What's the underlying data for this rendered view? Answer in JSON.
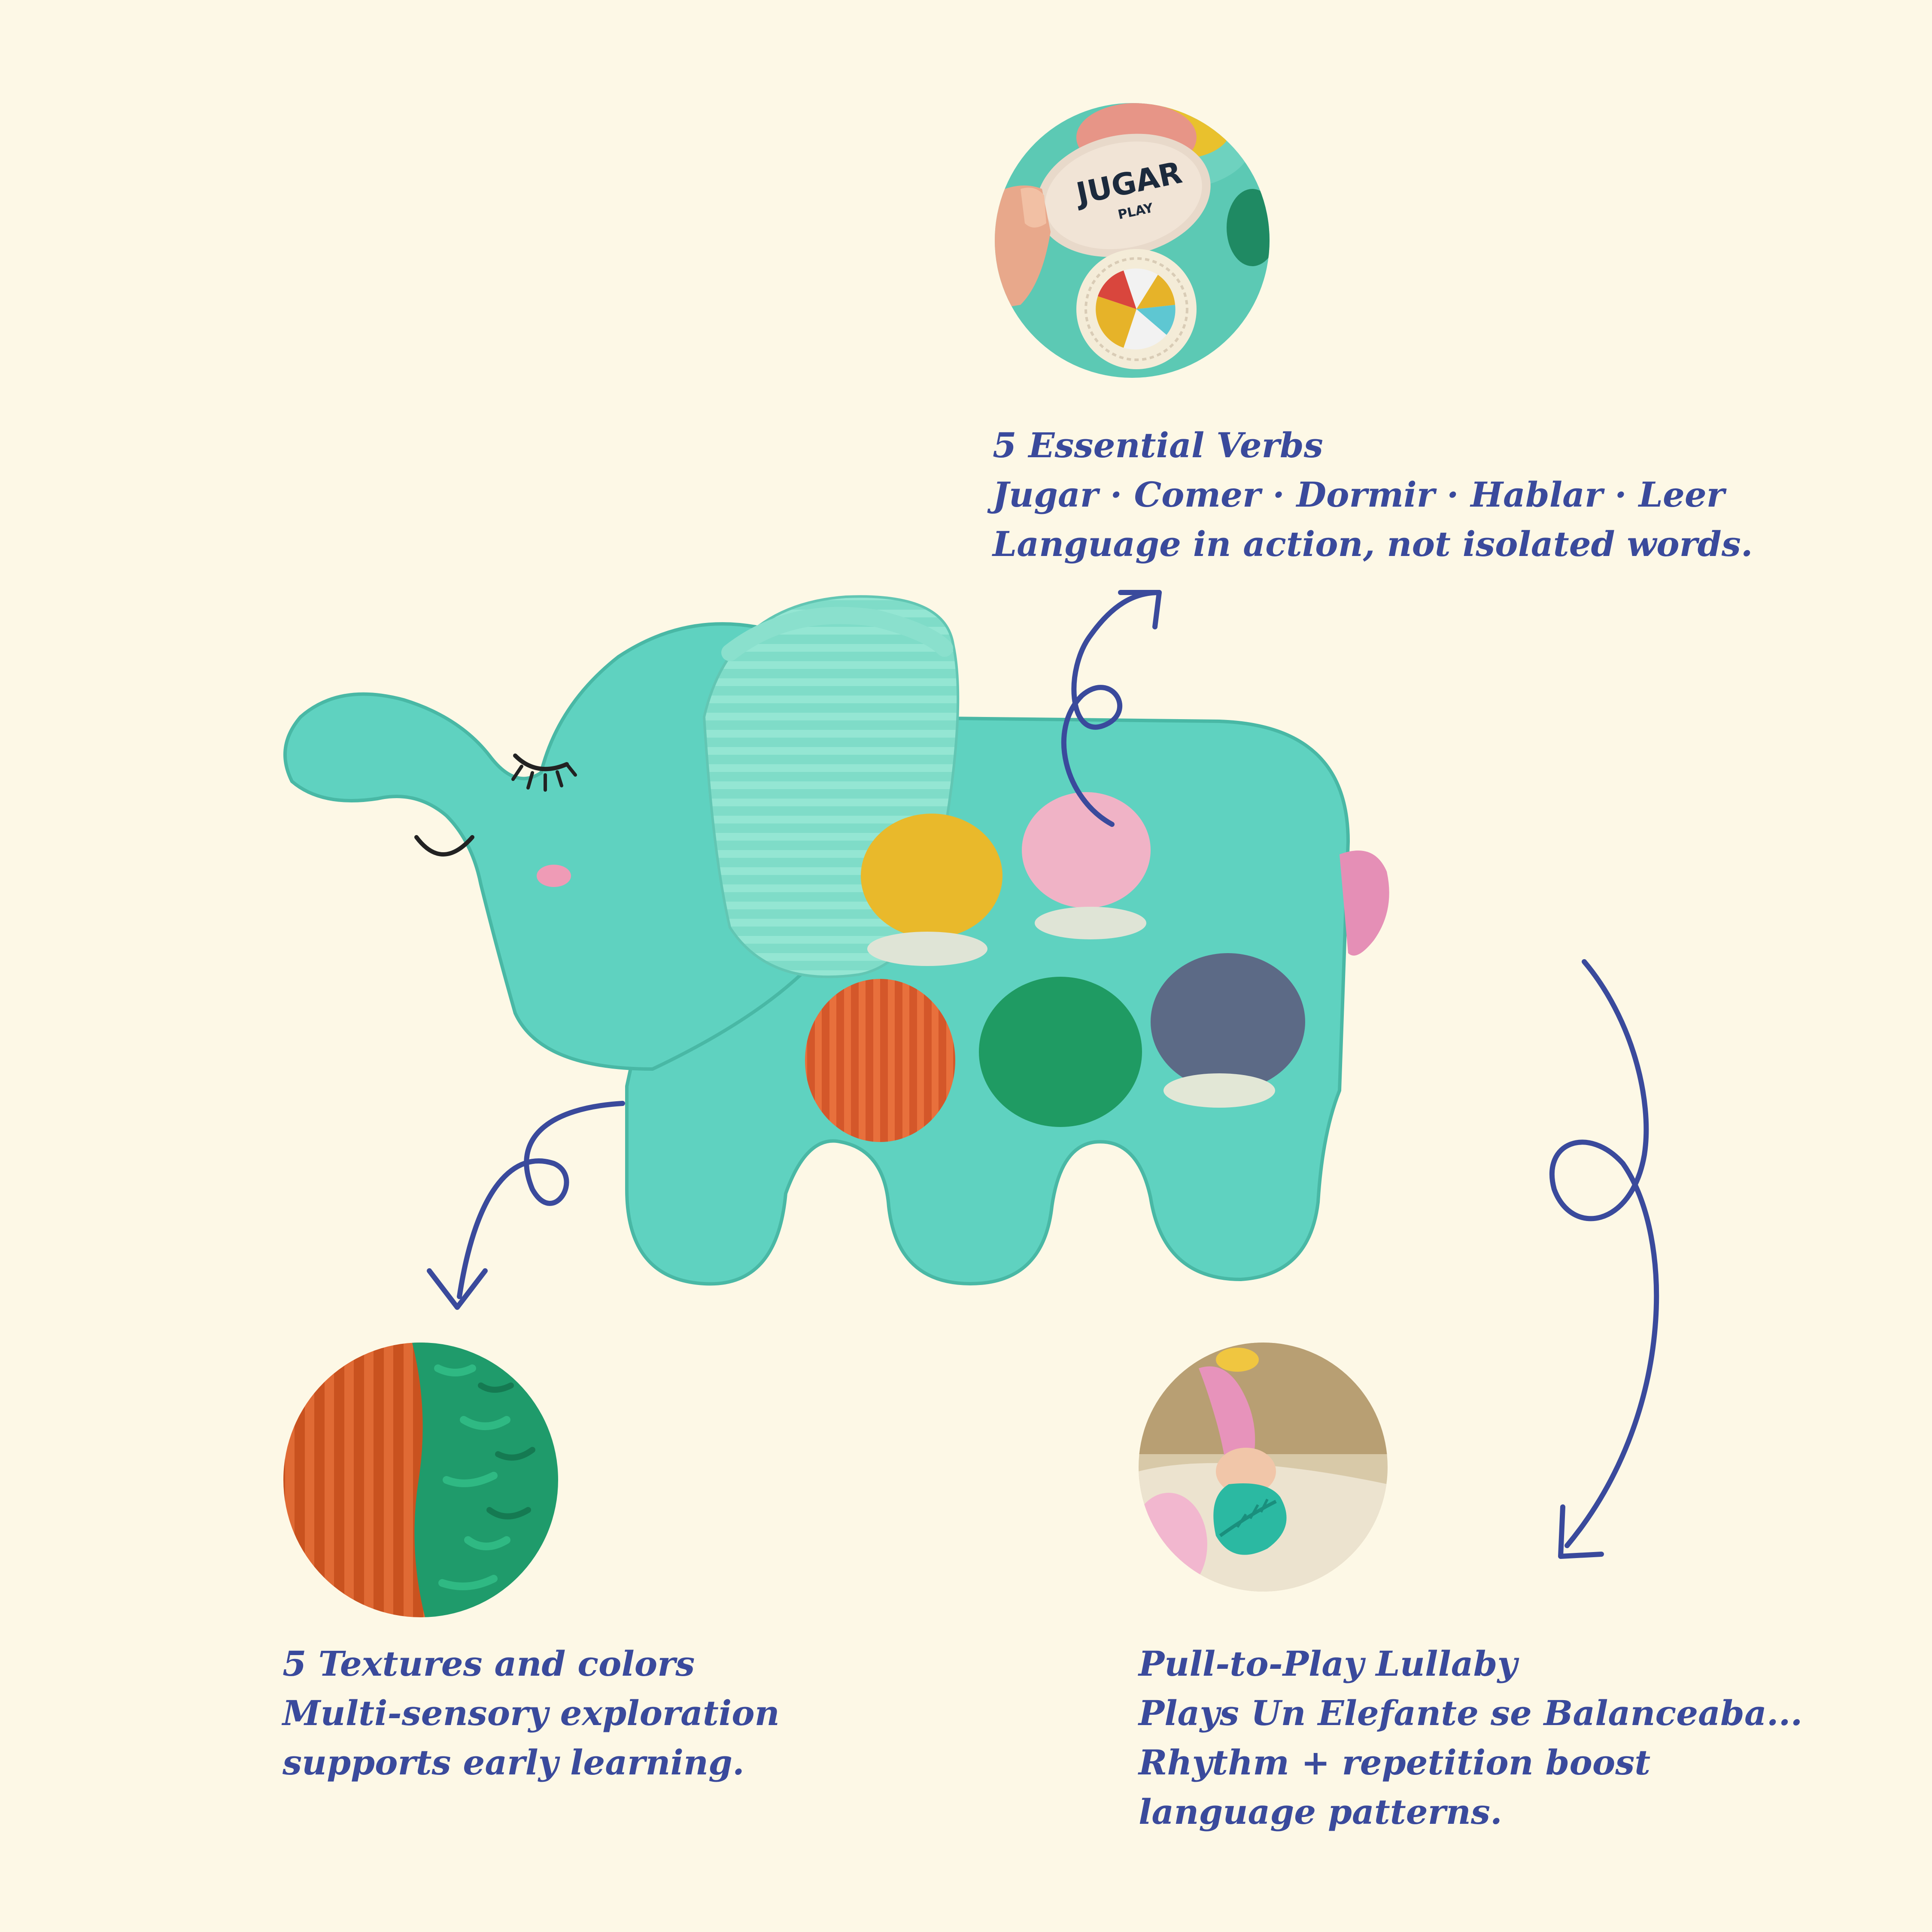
{
  "colors": {
    "background": "#fdf8e6",
    "text": "#3a4a9c",
    "arrow": "#3a4a9c",
    "elephant_body": "#5fd2c0"
  },
  "icons": {
    "arrows": [
      "curly-arrow-to-verbs",
      "curly-arrow-to-textures",
      "curly-arrow-to-lullaby"
    ]
  },
  "features": {
    "verbs": {
      "title": "5 Essential Verbs",
      "line1": "Jugar · Comer · Dormir · Hablar · Leer",
      "line2": "Language in action, not isolated words.",
      "photo": {
        "patch_word": "JUGAR",
        "patch_subword": "PLAY"
      }
    },
    "textures": {
      "title": "5 Textures and colors",
      "line1": "Multi-sensory exploration",
      "line2": "supports early learning."
    },
    "lullaby": {
      "title": "Pull-to-Play Lullaby",
      "line1": "Plays Un Elefante se Balanceaba...",
      "line2": "Rhythm + repetition boost",
      "line3": "language patterns."
    }
  }
}
